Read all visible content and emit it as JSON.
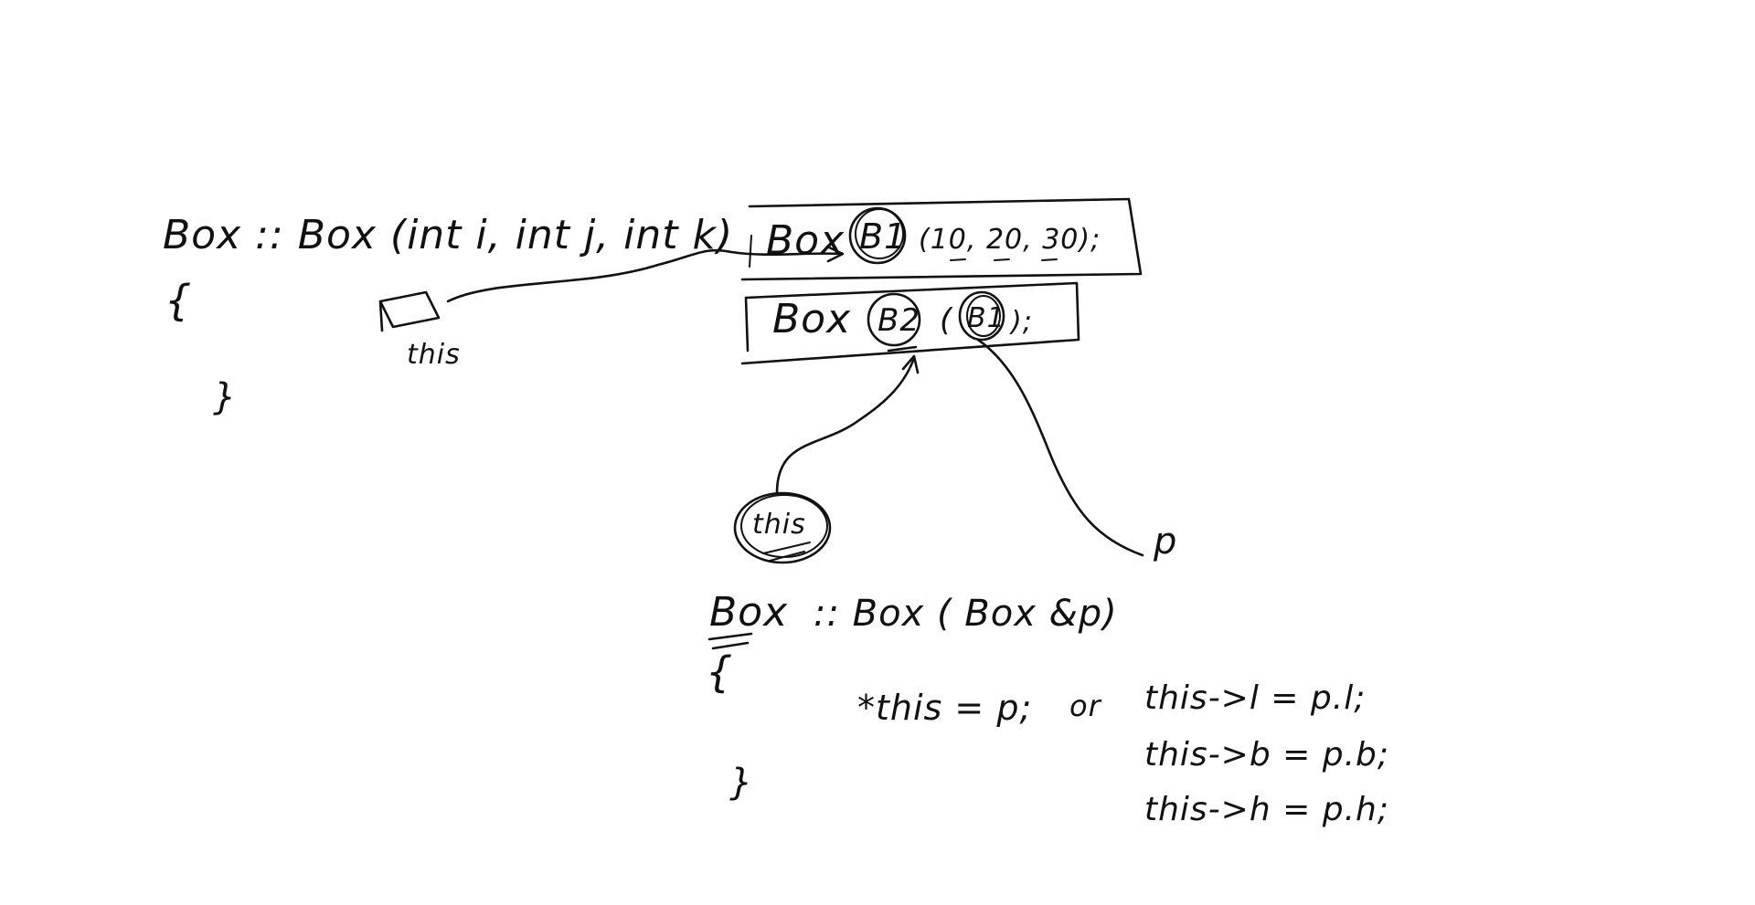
{
  "board": {
    "background": "#ffffff",
    "ink_color": "#111111"
  },
  "ctor_def": {
    "signature": "Box :: Box (int i, int j, int k)",
    "open_brace": "{",
    "close_brace": "}",
    "this_label": "this"
  },
  "decl_b1": {
    "keyword": "Box",
    "name": "B1",
    "args": "(10, 20, 30);"
  },
  "decl_b2": {
    "keyword": "Box",
    "name": "B2",
    "paren": "(",
    "arg": "B1",
    "tail": ");"
  },
  "this_bubble": {
    "label": "this"
  },
  "param_label": "p",
  "copy_ctor": {
    "signature_class": "Box",
    "signature_rest": ":: Box (  Box &p)",
    "open_brace": "{",
    "close_brace": "}",
    "assign_whole": "*this = p;",
    "or_label": "or",
    "assign_l": "this->l = p.l;",
    "assign_b": "this->b = p.b;",
    "assign_h": "this->h = p.h;"
  }
}
